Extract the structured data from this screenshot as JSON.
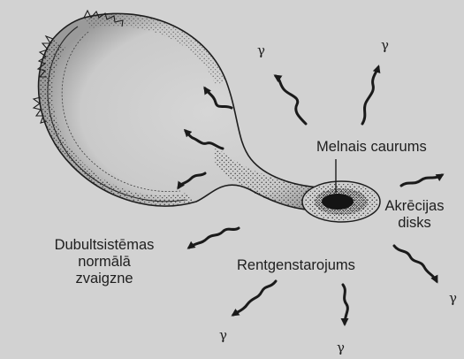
{
  "labels": {
    "black_hole": "Melnais caurums",
    "accretion_disk_line1": "Akrēcijas",
    "accretion_disk_line2": "disks",
    "companion_line1": "Dubultsistēmas",
    "companion_line2": "normālā",
    "companion_line3": "zvaigzne",
    "xrays": "Rentgenstarojums",
    "gamma": "γ"
  }
}
